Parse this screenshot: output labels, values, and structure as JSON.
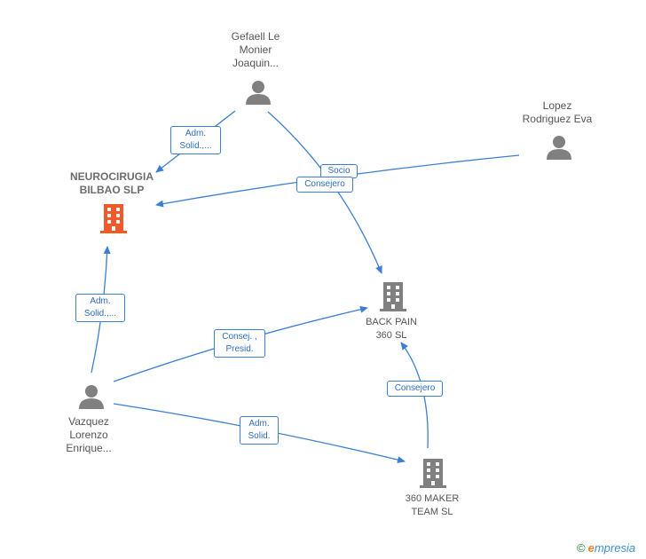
{
  "nodes": {
    "gefaell": {
      "lines": [
        "Gefaell Le",
        "Monier",
        "Joaquin..."
      ],
      "type": "person"
    },
    "lopez": {
      "lines": [
        "Lopez",
        "Rodriguez Eva"
      ],
      "type": "person"
    },
    "neurocirugia": {
      "lines": [
        "NEUROCIRUGIA",
        "BILBAO SLP"
      ],
      "type": "company",
      "color": "#f05a28"
    },
    "backpain": {
      "lines": [
        "BACK PAIN",
        "360 SL"
      ],
      "type": "company",
      "color": "#808080"
    },
    "vazquez": {
      "lines": [
        "Vazquez",
        "Lorenzo",
        "Enrique..."
      ],
      "type": "person"
    },
    "maker": {
      "lines": [
        "360 MAKER",
        "TEAM SL"
      ],
      "type": "company",
      "color": "#808080"
    }
  },
  "edges": {
    "gefaell_neuro": {
      "lines": [
        "Adm.",
        "Solid.,..."
      ]
    },
    "gefaell_backpain": {
      "lines": [
        "Socio"
      ]
    },
    "lopez_neuro": {
      "lines": [
        "Consejero"
      ]
    },
    "vazquez_neuro": {
      "lines": [
        "Adm.",
        "Solid.,..."
      ]
    },
    "vazquez_backpain": {
      "lines": [
        "Consej. ,",
        "Presid."
      ]
    },
    "vazquez_maker": {
      "lines": [
        "Adm.",
        "Solid."
      ]
    },
    "maker_backpain": {
      "lines": [
        "Consejero"
      ]
    }
  },
  "colors": {
    "edge": "#3b7fd4",
    "person_icon": "#808080"
  },
  "footer": {
    "copyright": "©",
    "brand_e": "e",
    "brand_rest": "mpresia"
  }
}
